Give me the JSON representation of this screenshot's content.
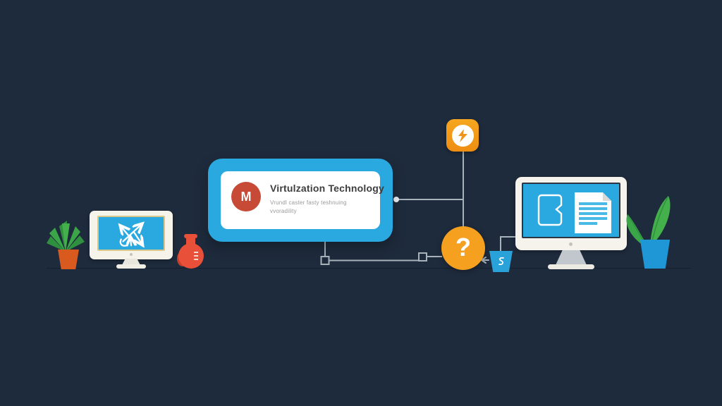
{
  "scene": {
    "background_color": "#1e2b3c",
    "accent_blue": "#29a9e0",
    "accent_orange": "#f5a01f",
    "accent_red": "#c64a36",
    "connector_color": "#a8b2ba"
  },
  "card": {
    "avatar_letter": "M",
    "title": "Virtulzation Technology",
    "subtitle_line1": "Vrundl caster fasty teshnuing",
    "subtitle_line2": "vvoradility"
  },
  "nodes": {
    "question_mark": "?",
    "lightning_icon": "lightning-bolt",
    "bucket_icon": "swirl-glyph"
  },
  "left_monitor": {
    "screen_icon": "expand-arrows"
  },
  "right_monitor": {
    "screen_icons": [
      "folder-outline",
      "document-with-lines"
    ]
  }
}
